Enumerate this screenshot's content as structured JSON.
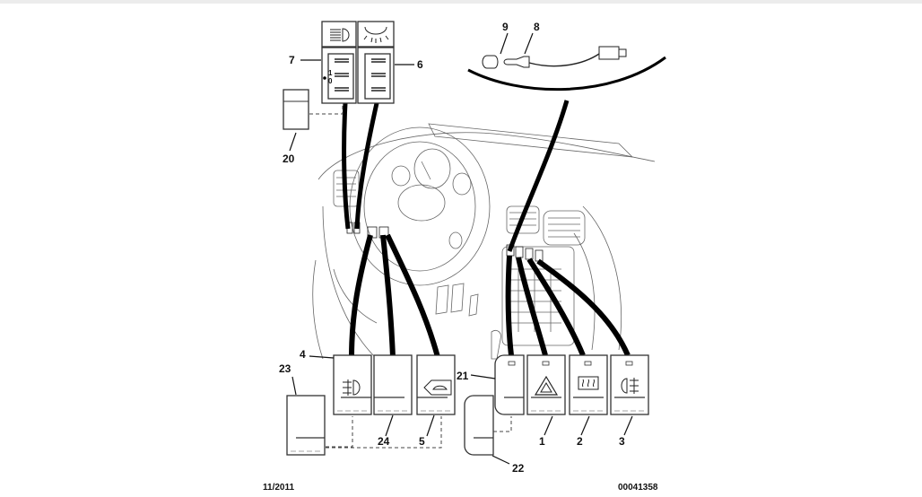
{
  "diagram": {
    "title": "Dashboard switch and socket locations",
    "callouts": {
      "c1": "1",
      "c2": "2",
      "c3": "3",
      "c4": "4",
      "c5": "5",
      "c6": "6",
      "c7": "7",
      "c8": "8",
      "c9": "9",
      "c20": "20",
      "c21": "21",
      "c22": "22",
      "c23": "23",
      "c24": "24"
    },
    "switch_icons": {
      "s1": "hazard-warning-icon",
      "s2": "rear-demister-icon",
      "s3": "rear-fog-lamp-icon",
      "s4": "front-fog-lamp-icon",
      "s5": "central-locking-icon",
      "s6": "interior-light-icon",
      "s7": "headlamp-height-icon"
    },
    "switch7_marks": {
      "one": "1",
      "zero": "0"
    }
  },
  "footer": {
    "date": "11/2011",
    "reference": "00041358"
  }
}
